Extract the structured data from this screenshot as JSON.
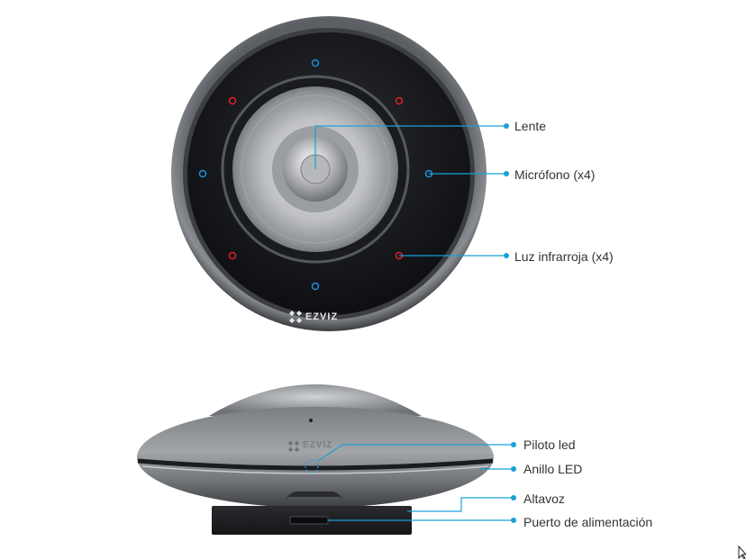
{
  "brand": {
    "name": "EZVIZ"
  },
  "colors": {
    "callout": "#1aa0d8",
    "ir_led": "#e0202a",
    "mic": "#1e8fe0",
    "label_text": "#333333"
  },
  "callouts": [
    {
      "label": "Lente",
      "part": "lens"
    },
    {
      "label": "Micrófono (x4)",
      "part": "microphone"
    },
    {
      "label": "Luz infrarroja (x4)",
      "part": "infrared-light"
    },
    {
      "label": "Piloto led",
      "part": "indicator-led"
    },
    {
      "label": "Anillo LED",
      "part": "led-ring"
    },
    {
      "label": "Altavoz",
      "part": "speaker"
    },
    {
      "label": "Puerto de alimentación",
      "part": "power-port"
    }
  ],
  "icons": {
    "cursor": "mouse-pointer-icon"
  }
}
